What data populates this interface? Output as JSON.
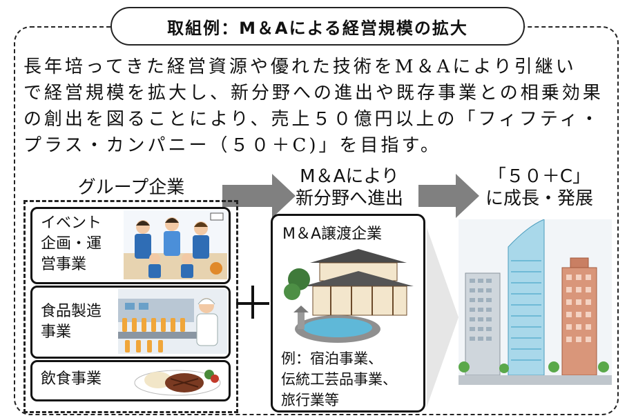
{
  "title": "取組例：M＆Aによる経営規模の拡大",
  "lead": [
    "長年培ってきた経営資源や優れた技術をM＆Aにより引継い",
    "で経営規模を拡大し、新分野への進出や既存事業との相乗効果",
    "の創出を図ることにより、売上５０億円以上の「フィフティ・",
    "プラス・カンパニー（５０＋C)」を目指す。"
  ],
  "group_heading": "グループ企業",
  "ma_heading": [
    "M＆Aにより",
    "新分野へ進出"
  ],
  "growth_heading": [
    "「５０＋C」",
    "に成長・発展"
  ],
  "businesses": {
    "event": [
      "イベント",
      "企画・運",
      "営事業"
    ],
    "food": [
      "食品製造",
      "事業"
    ],
    "restaurant": [
      "飲食事業"
    ]
  },
  "plus_sign": "＋",
  "transfer": {
    "heading": "M＆A譲渡企業",
    "examples": [
      "例：宿泊事業、",
      "伝統工芸品事業、",
      "旅行業等"
    ]
  },
  "colors": {
    "arrow": "#808080",
    "outline": "#222222"
  }
}
